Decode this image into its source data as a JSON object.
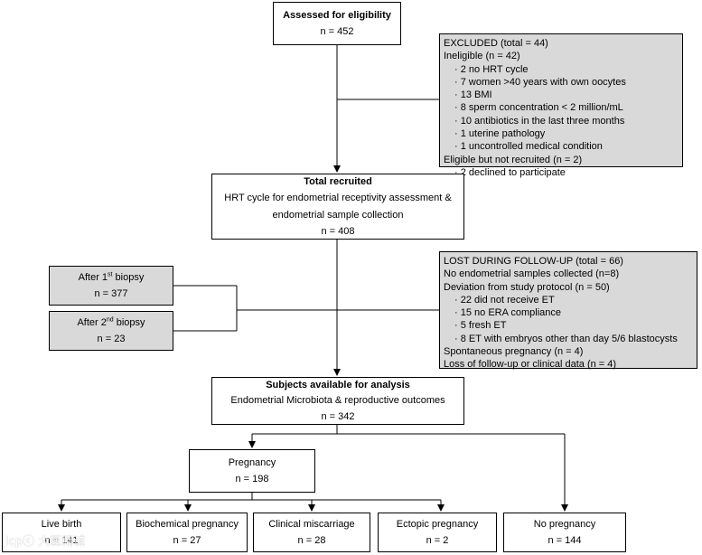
{
  "assessed": {
    "title": "Assessed for eligibility",
    "n": "n = 452"
  },
  "excluded": {
    "title": "EXCLUDED (total = 44)",
    "ineligible": "Ineligible (n = 42)",
    "ineligible_items": [
      "2 no HRT cycle",
      "7 women >40 years with own oocytes",
      "13 BMI",
      "8 sperm concentration < 2 million/mL",
      "10 antibiotics in the last three months",
      "1 uterine pathology",
      "1 uncontrolled medical condition"
    ],
    "eligible_not_recruited": "Eligible but not recruited (n = 2)",
    "eligible_items": [
      "2 declined to participate"
    ]
  },
  "recruited": {
    "title": "Total recruited",
    "line1": "HRT cycle for endometrial receptivity assessment &",
    "line2": "endometrial sample collection",
    "n": "n = 408"
  },
  "biopsy1": {
    "label_pre": "After 1",
    "sup": "st",
    "label_post": " biopsy",
    "n": "n = 377"
  },
  "biopsy2": {
    "label_pre": "After 2",
    "sup": "nd",
    "label_post": " biopsy",
    "n": "n = 23"
  },
  "lost": {
    "title": "LOST DURING FOLLOW-UP (total = 66)",
    "no_samples": "No endometrial samples collected (n=8)",
    "deviation": "Deviation from study protocol (n = 50)",
    "deviation_items": [
      "22 did not receive ET",
      "15 no ERA compliance",
      "5 fresh ET",
      "8 ET with embryos other than day 5/6 blastocysts"
    ],
    "spontaneous": "Spontaneous pregnancy (n = 4)",
    "loss": "Loss of follow-up or clinical data (n = 4)"
  },
  "analysis": {
    "title": "Subjects available for analysis",
    "subtitle": "Endometrial Microbiota & reproductive outcomes",
    "n": "n = 342"
  },
  "pregnancy": {
    "title": "Pregnancy",
    "n": "n = 198"
  },
  "outcomes": [
    {
      "label": "Live birth",
      "n": "n = 141"
    },
    {
      "label": "Biochemical pregnancy",
      "n": "n = 27"
    },
    {
      "label": "Clinical miscarriage",
      "n": "n = 28"
    },
    {
      "label": "Ectopic pregnancy",
      "n": "n = 2"
    },
    {
      "label": "No pregnancy",
      "n": "n = 144"
    }
  ],
  "watermark": "lcpⓒ 大医精诚"
}
